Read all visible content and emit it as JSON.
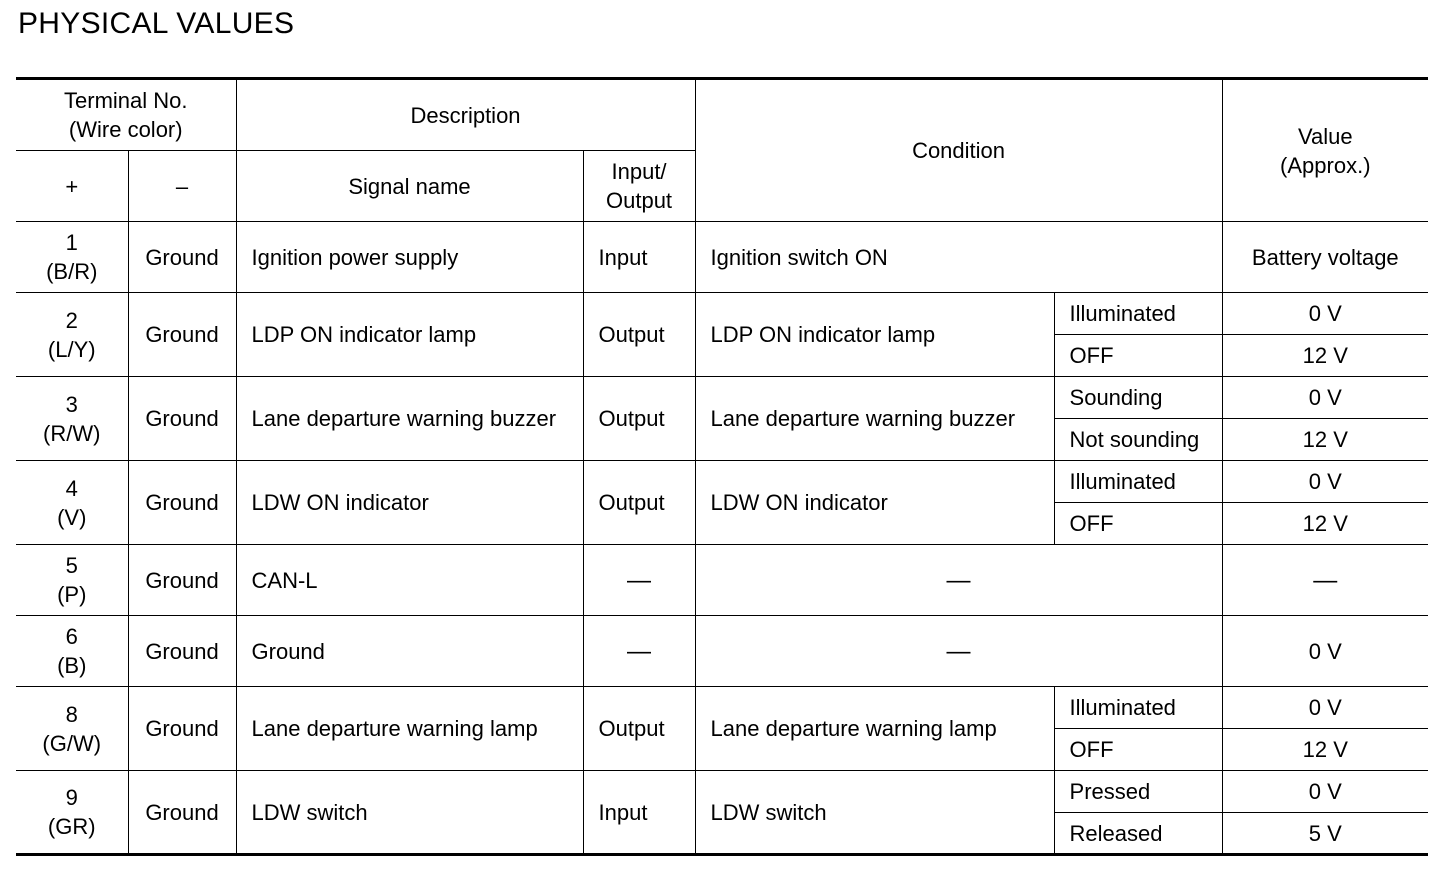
{
  "title": "PHYSICAL VALUES",
  "headers": {
    "terminal": "Terminal No.",
    "wire_color": "(Wire color)",
    "plus": "+",
    "minus": "–",
    "description": "Description",
    "signal_name": "Signal name",
    "io_line1": "Input/",
    "io_line2": "Output",
    "condition": "Condition",
    "value_line1": "Value",
    "value_line2": "(Approx.)"
  },
  "rows": [
    {
      "terminal": "1",
      "wire": "(B/R)",
      "minus": "Ground",
      "signal": "Ignition power supply",
      "io": "Input",
      "condition": "Ignition switch ON",
      "values": [
        {
          "state": "",
          "value": "Battery voltage"
        }
      ]
    },
    {
      "terminal": "2",
      "wire": "(L/Y)",
      "minus": "Ground",
      "signal": "LDP ON indicator lamp",
      "io": "Output",
      "condition": "LDP ON indicator lamp",
      "values": [
        {
          "state": "Illuminated",
          "value": "0 V"
        },
        {
          "state": "OFF",
          "value": "12 V"
        }
      ]
    },
    {
      "terminal": "3",
      "wire": "(R/W)",
      "minus": "Ground",
      "signal": "Lane departure warning buzzer",
      "io": "Output",
      "condition": "Lane departure warning buzzer",
      "values": [
        {
          "state": "Sounding",
          "value": "0 V"
        },
        {
          "state": "Not sounding",
          "value": "12 V"
        }
      ]
    },
    {
      "terminal": "4",
      "wire": "(V)",
      "minus": "Ground",
      "signal": "LDW ON indicator",
      "io": "Output",
      "condition": "LDW ON indicator",
      "values": [
        {
          "state": "Illuminated",
          "value": "0 V"
        },
        {
          "state": "OFF",
          "value": "12 V"
        }
      ]
    },
    {
      "terminal": "5",
      "wire": "(P)",
      "minus": "Ground",
      "signal": "CAN-L",
      "io": "—",
      "condition": "—",
      "values": [
        {
          "state": "",
          "value": "—"
        }
      ]
    },
    {
      "terminal": "6",
      "wire": "(B)",
      "minus": "Ground",
      "signal": "Ground",
      "io": "—",
      "condition": "—",
      "values": [
        {
          "state": "",
          "value": "0 V"
        }
      ]
    },
    {
      "terminal": "8",
      "wire": "(G/W)",
      "minus": "Ground",
      "signal": "Lane departure warning lamp",
      "io": "Output",
      "condition": "Lane departure warning lamp",
      "values": [
        {
          "state": "Illuminated",
          "value": "0 V"
        },
        {
          "state": "OFF",
          "value": "12 V"
        }
      ]
    },
    {
      "terminal": "9",
      "wire": "(GR)",
      "minus": "Ground",
      "signal": "LDW switch",
      "io": "Input",
      "condition": "LDW switch",
      "values": [
        {
          "state": "Pressed",
          "value": "0 V"
        },
        {
          "state": "Released",
          "value": "5 V"
        }
      ]
    }
  ]
}
